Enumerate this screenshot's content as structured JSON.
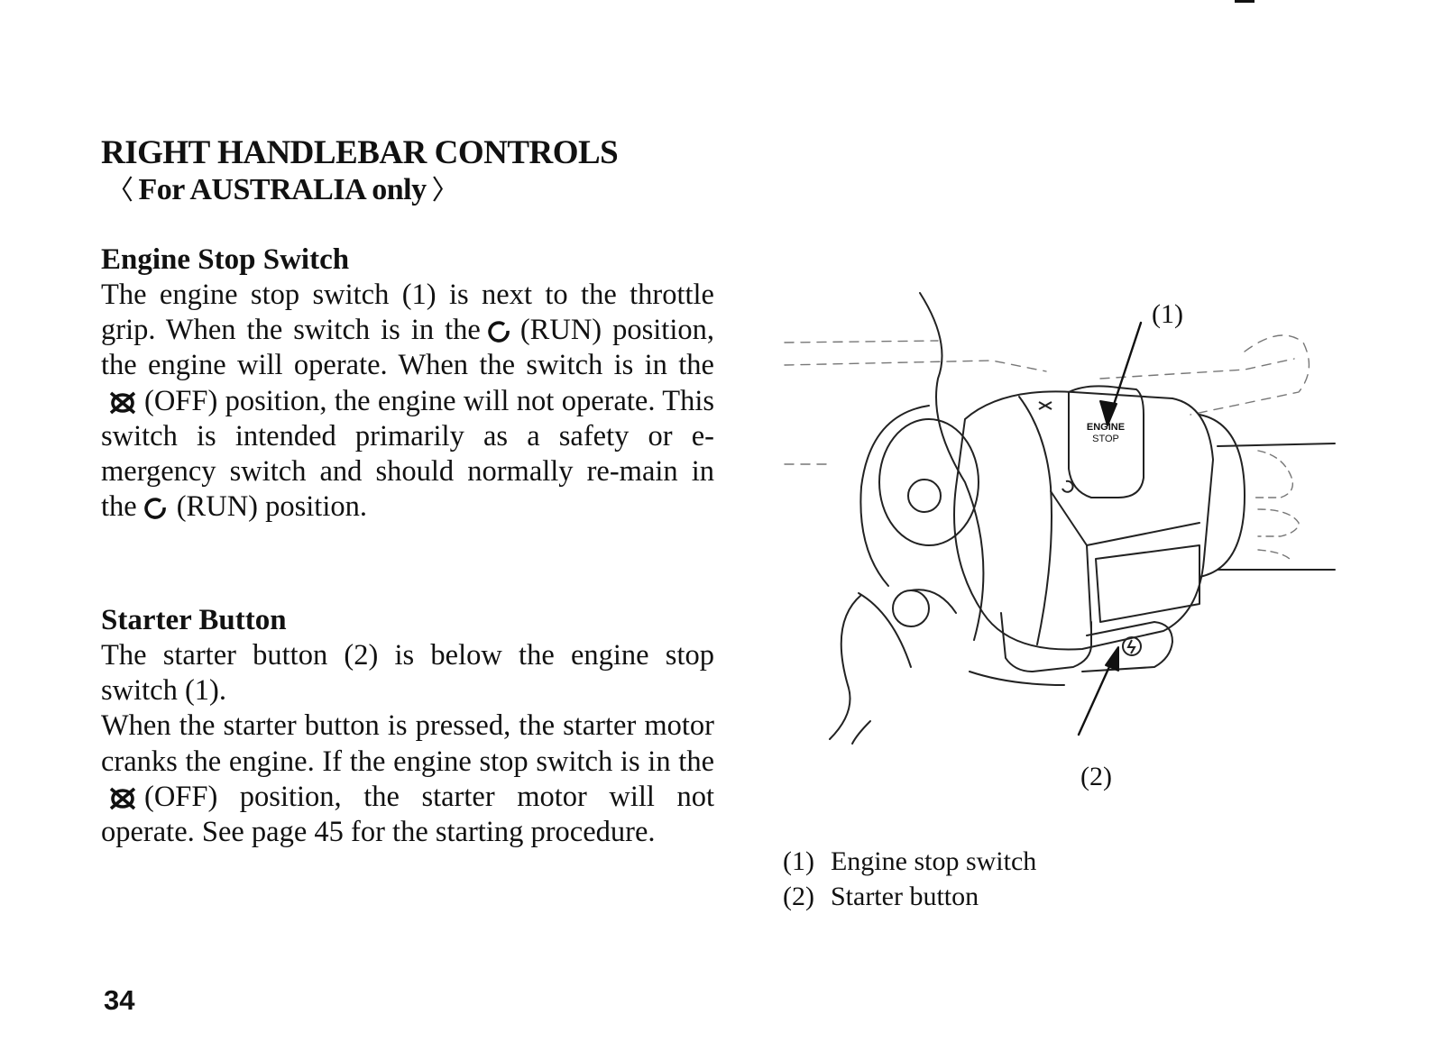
{
  "page": {
    "title": "RIGHT HANDLEBAR CONTROLS",
    "subtitle": "For AUSTRALIA only",
    "page_number": "34"
  },
  "sections": [
    {
      "heading": "Engine Stop Switch",
      "text_1": "The engine stop switch (1) is next to the throttle grip. When the switch is in the",
      "text_2": "(RUN) position, the engine will operate. When the switch is in the",
      "text_3": "(OFF) position, the engine will not operate. This switch is intended primarily as a safety or e-mergency switch and should normally re-main in the",
      "text_4": "(RUN) position."
    },
    {
      "heading": "Starter Button",
      "text_1": "The starter button (2) is below the engine stop switch (1).",
      "text_2": "When the starter button is pressed, the starter motor cranks the engine. If the engine stop switch is in the",
      "text_3": "(OFF) position, the starter motor will not operate. See page 45 for the starting procedure."
    }
  ],
  "figure": {
    "callout_1": "(1)",
    "callout_2": "(2)",
    "switch_label_line1": "ENGINE",
    "switch_label_line2": "STOP",
    "icons": [
      "run-symbol-icon",
      "off-symbol-icon",
      "starter-symbol-icon"
    ]
  },
  "captions": [
    {
      "num": "(1)",
      "label": "Engine stop switch"
    },
    {
      "num": "(2)",
      "label": "Starter button"
    }
  ]
}
